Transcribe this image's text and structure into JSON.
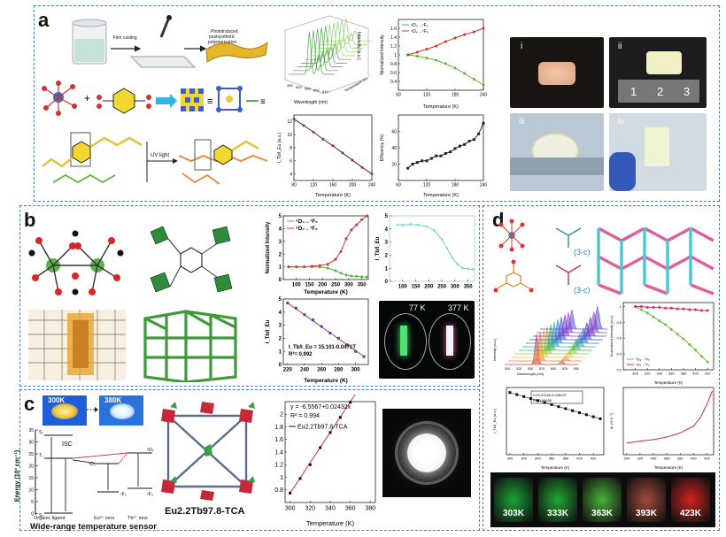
{
  "panels": {
    "a": "a",
    "b": "b",
    "c": "c",
    "d": "d"
  },
  "a": {
    "steps": {
      "film": "Film casting",
      "photo1": "Photoinduced",
      "photo2": "postsynthetic",
      "photo3": "polymerization",
      "uv": "UV light"
    },
    "spectra": {
      "xlabel": "Wavelength (nm)",
      "ylabel": "Intensity (a.u.)",
      "zlabel": "Temperature (K)",
      "xticks": [
        "480",
        "520",
        "560",
        "600",
        "640"
      ]
    },
    "photos": [
      "i",
      "ii",
      "iii",
      "iv"
    ],
    "ruler_marks": [
      "1",
      "2",
      "3"
    ]
  },
  "b": {
    "label77": "77 K",
    "label377": "377 K"
  },
  "c": {
    "hot_label": "300K",
    "cold_label": "380K",
    "sensor_caption": "Wide-range temperature sensor",
    "mof_caption": "Eu2.2Tb97.8-TCA",
    "energy": {
      "ylabel": "Energy (10³ cm⁻¹)",
      "yticks": [
        "35",
        "30",
        "25",
        "20",
        "15",
        "10",
        "5",
        "0"
      ],
      "bottom": [
        "Organic ligand",
        "Eu³⁺ ions",
        "Tb³⁺ ions"
      ],
      "states": [
        "S₁",
        "T₁",
        "⁵D₀",
        "⁵D₄",
        "S₀",
        "⁷F₂",
        "⁷F₅"
      ],
      "isc": "ISC"
    }
  },
  "d": {
    "label3c1": "(3-c)",
    "label3c2": "(3-c)",
    "spectra": {
      "xlabel": "Wavelength (nm)",
      "ylabel": "Intensity (a.u.)",
      "xticks": [
        "500",
        "525",
        "550",
        "575",
        "600",
        "625",
        "650"
      ]
    },
    "tiles": [
      {
        "label": "303K",
        "color": "#1aa535"
      },
      {
        "label": "333K",
        "color": "#22a832"
      },
      {
        "label": "363K",
        "color": "#4bb13a"
      },
      {
        "label": "393K",
        "color": "#a44a3b"
      },
      {
        "label": "423K",
        "color": "#d4221e"
      }
    ]
  },
  "chart_data": [
    {
      "id": "a-ratio",
      "type": "line",
      "xlabel": "Temperature (K)",
      "ylabel": "I_Tb/I_Eu (a.u.)",
      "xlim": [
        80,
        240
      ],
      "ylim": [
        3,
        13
      ],
      "xticks": [
        80,
        120,
        160,
        200,
        240
      ],
      "yticks": [
        4,
        6,
        8,
        10,
        12
      ],
      "series": [
        {
          "name": "",
          "values": [
            [
              80,
              12.4
            ],
            [
              100,
              11.4
            ],
            [
              120,
              10.4
            ],
            [
              140,
              9.3
            ],
            [
              160,
              8.3
            ],
            [
              180,
              7.2
            ],
            [
              200,
              6.1
            ],
            [
              220,
              5.0
            ],
            [
              240,
              4.0
            ]
          ]
        }
      ]
    },
    {
      "id": "a-norm",
      "type": "line",
      "xlabel": "Temperature (K)",
      "ylabel": "Normalized Intensity",
      "xlim": [
        60,
        240
      ],
      "ylim": [
        0.2,
        1.8
      ],
      "xticks": [
        60,
        120,
        180,
        240
      ],
      "yticks": [
        0.4,
        0.6,
        0.8,
        1.0,
        1.2,
        1.4,
        1.6
      ],
      "legend": "top-left",
      "series": [
        {
          "name": "⁵D₀→⁷F₂",
          "color": "#5cb33a",
          "values": [
            [
              80,
              1.0
            ],
            [
              100,
              0.97
            ],
            [
              120,
              0.93
            ],
            [
              140,
              0.88
            ],
            [
              160,
              0.8
            ],
            [
              180,
              0.7
            ],
            [
              200,
              0.58
            ],
            [
              220,
              0.45
            ],
            [
              240,
              0.32
            ]
          ]
        },
        {
          "name": "⁵D₄→⁷F₅",
          "color": "#cc3333",
          "values": [
            [
              80,
              1.0
            ],
            [
              100,
              1.06
            ],
            [
              120,
              1.13
            ],
            [
              140,
              1.2
            ],
            [
              160,
              1.3
            ],
            [
              180,
              1.38
            ],
            [
              200,
              1.46
            ],
            [
              220,
              1.52
            ],
            [
              240,
              1.6
            ]
          ]
        }
      ]
    },
    {
      "id": "a-eff",
      "type": "line",
      "xlabel": "Temperature (K)",
      "ylabel": "Efficiency (%)",
      "xlim": [
        60,
        240
      ],
      "ylim": [
        0,
        80
      ],
      "xticks": [
        60,
        120,
        180,
        240
      ],
      "yticks": [
        20,
        40,
        60
      ],
      "series": [
        {
          "name": "",
          "values": [
            [
              80,
              15
            ],
            [
              90,
              20
            ],
            [
              100,
              22
            ],
            [
              110,
              24
            ],
            [
              120,
              24
            ],
            [
              130,
              27
            ],
            [
              140,
              30
            ],
            [
              150,
              30
            ],
            [
              160,
              33
            ],
            [
              170,
              35
            ],
            [
              180,
              39
            ],
            [
              190,
              42
            ],
            [
              200,
              44
            ],
            [
              210,
              48
            ],
            [
              220,
              50
            ],
            [
              230,
              57
            ],
            [
              240,
              70
            ]
          ]
        }
      ]
    },
    {
      "id": "b-norm",
      "type": "line",
      "xlabel": "Temperature (K)",
      "ylabel": "Normalized Intensity",
      "xlim": [
        50,
        375
      ],
      "ylim": [
        0,
        5
      ],
      "xticks": [
        100,
        150,
        200,
        250,
        300,
        350
      ],
      "yticks": [
        0,
        1,
        2,
        3,
        4,
        5
      ],
      "legend": "top-left",
      "series": [
        {
          "name": "⁵D₄→⁷F₅",
          "color": "#5cb33a",
          "values": [
            [
              70,
              1.0
            ],
            [
              100,
              1.0
            ],
            [
              130,
              1.0
            ],
            [
              160,
              1.0
            ],
            [
              190,
              0.98
            ],
            [
              220,
              0.9
            ],
            [
              250,
              0.7
            ],
            [
              270,
              0.5
            ],
            [
              290,
              0.35
            ],
            [
              310,
              0.28
            ],
            [
              330,
              0.25
            ],
            [
              350,
              0.22
            ],
            [
              370,
              0.2
            ]
          ]
        },
        {
          "name": "⁵D₀→⁷F₂",
          "color": "#dd3030",
          "values": [
            [
              70,
              1.0
            ],
            [
              100,
              1.0
            ],
            [
              130,
              1.0
            ],
            [
              160,
              1.05
            ],
            [
              190,
              1.1
            ],
            [
              220,
              1.2
            ],
            [
              250,
              1.6
            ],
            [
              270,
              2.2
            ],
            [
              290,
              3.2
            ],
            [
              310,
              3.9
            ],
            [
              330,
              4.3
            ],
            [
              350,
              4.7
            ],
            [
              370,
              5.0
            ]
          ]
        }
      ]
    },
    {
      "id": "b-ratio",
      "type": "line",
      "xlabel": "",
      "ylabel": "I_Tb/I_Eu",
      "xlim": [
        50,
        375
      ],
      "ylim": [
        0,
        5
      ],
      "xticks": [
        100,
        150,
        200,
        250,
        300,
        350
      ],
      "yticks": [
        0,
        1,
        2,
        3,
        4,
        5
      ],
      "series": [
        {
          "name": "",
          "color": "#6fd0c5",
          "values": [
            [
              80,
              4.3
            ],
            [
              100,
              4.3
            ],
            [
              130,
              4.35
            ],
            [
              160,
              4.3
            ],
            [
              190,
              4.2
            ],
            [
              220,
              3.9
            ],
            [
              250,
              3.2
            ],
            [
              270,
              2.5
            ],
            [
              290,
              1.8
            ],
            [
              310,
              1.3
            ],
            [
              330,
              1.0
            ],
            [
              350,
              0.95
            ],
            [
              370,
              0.9
            ]
          ]
        }
      ]
    },
    {
      "id": "b-fit",
      "type": "line",
      "xlabel": "Temperature (K)",
      "ylabel": "I_Tb/I_Eu",
      "xlim": [
        215,
        315
      ],
      "ylim": [
        0,
        5
      ],
      "xticks": [
        220,
        240,
        260,
        280,
        300
      ],
      "yticks": [
        0,
        1,
        2,
        3,
        4,
        5
      ],
      "annotations": [
        "I_Tb/I_Eu = 15.101-0.0471T",
        "R²= 0.992"
      ],
      "series": [
        {
          "name": "",
          "values": [
            [
              220,
              4.7
            ],
            [
              230,
              4.3
            ],
            [
              240,
              3.8
            ],
            [
              250,
              3.4
            ],
            [
              260,
              2.9
            ],
            [
              270,
              2.4
            ],
            [
              280,
              2.0
            ],
            [
              290,
              1.5
            ],
            [
              300,
              1.0
            ],
            [
              310,
              0.6
            ]
          ]
        }
      ]
    },
    {
      "id": "c-fit",
      "type": "line",
      "xlabel": "Temperature (K)",
      "ylabel": "",
      "xlim": [
        295,
        385
      ],
      "ylim": [
        0.6,
        2.2
      ],
      "xticks": [
        300,
        320,
        340,
        360,
        380
      ],
      "yticks": [
        0.8,
        1.0,
        1.2,
        1.4,
        1.6,
        1.8,
        2.0
      ],
      "legend": "top-left",
      "annotations": [
        "y = -6.5567+0.02432x",
        "R² = 0.994"
      ],
      "series": [
        {
          "name": "Eu2.2Tb97.8-TCA",
          "values": [
            [
              300,
              0.75
            ],
            [
              310,
              0.98
            ],
            [
              320,
              1.2
            ],
            [
              330,
              1.47
            ],
            [
              340,
              1.71
            ],
            [
              350,
              1.95
            ],
            [
              360,
              2.19
            ],
            [
              370,
              2.43
            ],
            [
              380,
              2.68
            ]
          ]
        }
      ]
    },
    {
      "id": "d-norm",
      "type": "line",
      "xlabel": "Temperature (K)",
      "ylabel": "Normalized Intensity (a.u.)",
      "xlim": [
        280,
        430
      ],
      "ylim": [
        0.2,
        1.05
      ],
      "xticks": [
        300,
        320,
        340,
        360,
        380,
        400,
        420
      ],
      "yticks": [
        0.2,
        0.4,
        0.6,
        0.8,
        1.0
      ],
      "legend": "bottom-left",
      "series": [
        {
          "name": "⁵D₄→⁷F₅",
          "color": "#6bbf3a",
          "values": [
            [
              300,
              1.0
            ],
            [
              310,
              0.96
            ],
            [
              320,
              0.92
            ],
            [
              330,
              0.87
            ],
            [
              340,
              0.82
            ],
            [
              350,
              0.77
            ],
            [
              360,
              0.71
            ],
            [
              370,
              0.65
            ],
            [
              380,
              0.59
            ],
            [
              390,
              0.52
            ],
            [
              400,
              0.45
            ],
            [
              410,
              0.37
            ],
            [
              420,
              0.3
            ]
          ]
        },
        {
          "name": "⁵D₀→⁷F₂",
          "color": "#d42a6a",
          "values": [
            [
              300,
              1.0
            ],
            [
              310,
              1.0
            ],
            [
              320,
              0.99
            ],
            [
              330,
              0.99
            ],
            [
              340,
              0.99
            ],
            [
              350,
              0.98
            ],
            [
              360,
              0.98
            ],
            [
              370,
              0.97
            ],
            [
              380,
              0.97
            ],
            [
              390,
              0.96
            ],
            [
              400,
              0.96
            ],
            [
              410,
              0.95
            ],
            [
              420,
              0.95
            ]
          ]
        }
      ]
    },
    {
      "id": "d-ratio",
      "type": "line",
      "xlabel": "Temperature (K)",
      "ylabel": "I_Tb/I_Eu (a.u.)",
      "xlim": [
        295,
        435
      ],
      "ylim": [
        0,
        20
      ],
      "xticks": [
        300,
        320,
        340,
        360,
        380,
        400,
        420
      ],
      "yticks": [],
      "annotations": [
        "I=20.31156-0.04519T",
        "R²=0.99455"
      ],
      "series": [
        {
          "name": "",
          "values": [
            [
              300,
              18.5
            ],
            [
              310,
              17.9
            ],
            [
              320,
              17.3
            ],
            [
              330,
              16.7
            ],
            [
              340,
              16.1
            ],
            [
              350,
              15.5
            ],
            [
              360,
              14.9
            ],
            [
              370,
              14.3
            ],
            [
              380,
              13.7
            ],
            [
              390,
              13.1
            ],
            [
              400,
              12.5
            ],
            [
              410,
              11.9
            ],
            [
              420,
              11.3
            ],
            [
              430,
              10.7
            ]
          ]
        }
      ]
    },
    {
      "id": "d-sr",
      "type": "line",
      "xlabel": "Temperature (K)",
      "ylabel": "Sr (% K⁻¹)",
      "xlim": [
        295,
        430
      ],
      "ylim": [
        0,
        4
      ],
      "xticks": [
        300,
        320,
        340,
        360,
        380,
        400,
        420
      ],
      "yticks": [],
      "series": [
        {
          "name": "",
          "color": "#d8234f",
          "values": [
            [
              300,
              0.7
            ],
            [
              320,
              0.8
            ],
            [
              340,
              0.9
            ],
            [
              360,
              1.05
            ],
            [
              380,
              1.3
            ],
            [
              400,
              1.7
            ],
            [
              410,
              2.2
            ],
            [
              420,
              3.0
            ],
            [
              428,
              3.8
            ]
          ]
        }
      ]
    }
  ]
}
